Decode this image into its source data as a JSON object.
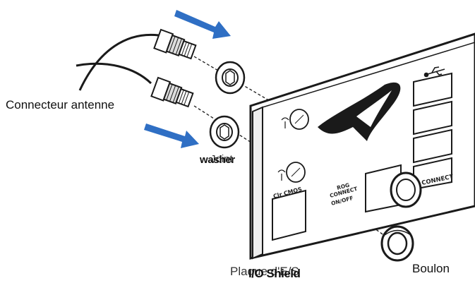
{
  "labels": {
    "connector": "Connecteur antenne",
    "joint": "Joint",
    "washer": "washer",
    "plaque": "Plaque d'E/S",
    "io_shield": "I/O Shield",
    "boulon": "Boulon"
  },
  "panel_text": {
    "clr_cmos": "Clr CMOS",
    "rog_connect_1": "ROG",
    "rog_connect_2": "CONNECT",
    "rog_connect_3": "ON/OFF",
    "connect": "CONNECT"
  },
  "icons": [
    "arrow-icon",
    "antenna-icon",
    "usb-icon",
    "rog-logo"
  ],
  "colors": {
    "arrow": "#2f6fc4",
    "line": "#1a1a1a"
  }
}
